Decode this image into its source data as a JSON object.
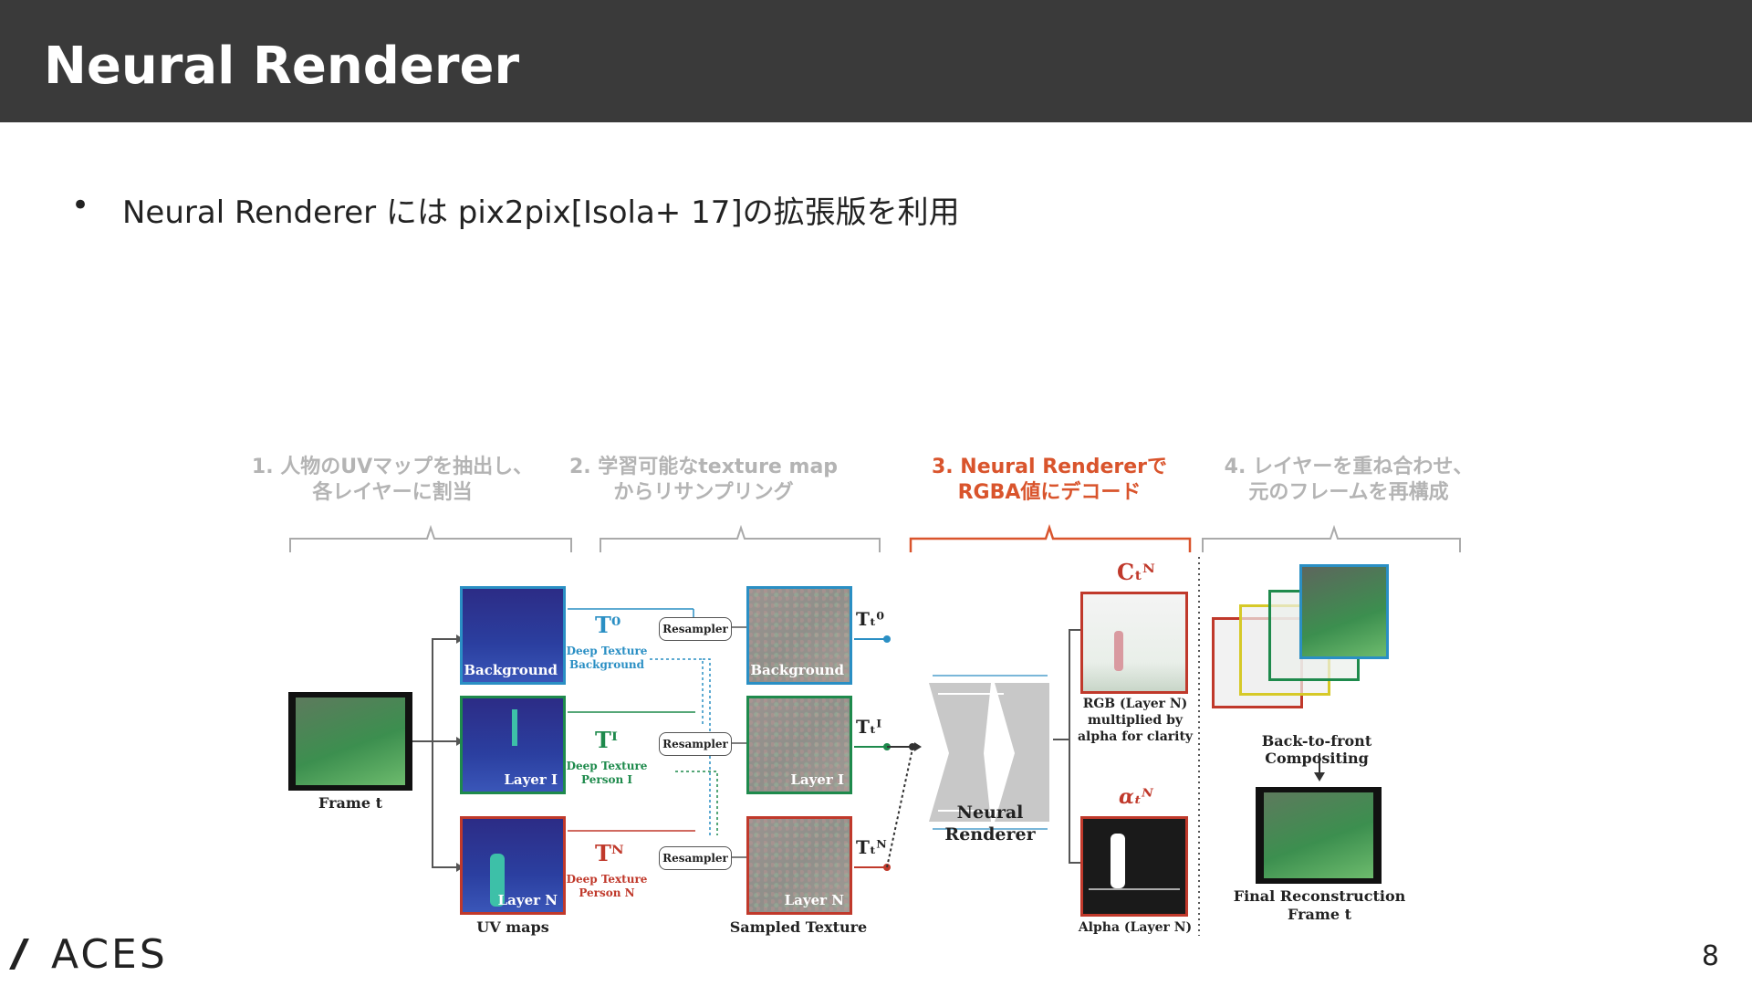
{
  "slide": {
    "title": "Neural Renderer",
    "bullet": "•",
    "bullet_text": "Neural Renderer には pix2pix[Isola+ 17]の拡張版を利用",
    "page_number": "8",
    "logo_text": "ACES"
  },
  "figure": {
    "steps": [
      {
        "line1": "1. 人物のUVマップを抽出し、",
        "line2": "各レイヤーに割当",
        "active": false
      },
      {
        "line1": "2. 学習可能なtexture map",
        "line2": "からリサンプリング",
        "active": false
      },
      {
        "line1": "3. Neural Rendererで",
        "line2": "RGBA値にデコード",
        "active": true
      },
      {
        "line1": "4. レイヤーを重ね合わせ、",
        "line2": "元のフレームを再構成",
        "active": false
      }
    ],
    "frame_caption": "Frame t",
    "uv_caption": "UV maps",
    "uv_layers": [
      "Background",
      "Layer I",
      "Layer N"
    ],
    "textures": [
      {
        "symbol": "T⁰",
        "label1": "Deep Texture",
        "label2": "Background",
        "color": "#2a8fc4"
      },
      {
        "symbol": "Tᴵ",
        "label1": "Deep Texture",
        "label2": "Person I",
        "color": "#1e8a4c"
      },
      {
        "symbol": "Tᴺ",
        "label1": "Deep Texture",
        "label2": "Person N",
        "color": "#c0392b"
      }
    ],
    "resampler_label": "Resampler",
    "sampled_caption": "Sampled Texture",
    "sampled_layers": [
      "Background",
      "Layer I",
      "Layer N"
    ],
    "sampled_symbols": [
      "Tₜ⁰",
      "Tₜᴵ",
      "Tₜᴺ"
    ],
    "renderer_label1": "Neural",
    "renderer_label2": "Renderer",
    "rgb_symbol": "Cₜᴺ",
    "rgb_caption1": "RGB (Layer N)",
    "rgb_caption2": "multiplied by",
    "rgb_caption3": "alpha for clarity",
    "alpha_symbol": "αₜᴺ",
    "alpha_caption": "Alpha (Layer N)",
    "compositing_caption": "Back-to-front Compositing",
    "final_caption1": "Final Reconstruction",
    "final_caption2": "Frame t",
    "colors": {
      "blue": "#2a8fc4",
      "green": "#1e8a4c",
      "red": "#c0392b",
      "accent": "#d9542c",
      "gray_step": "#b4b4b4"
    }
  }
}
